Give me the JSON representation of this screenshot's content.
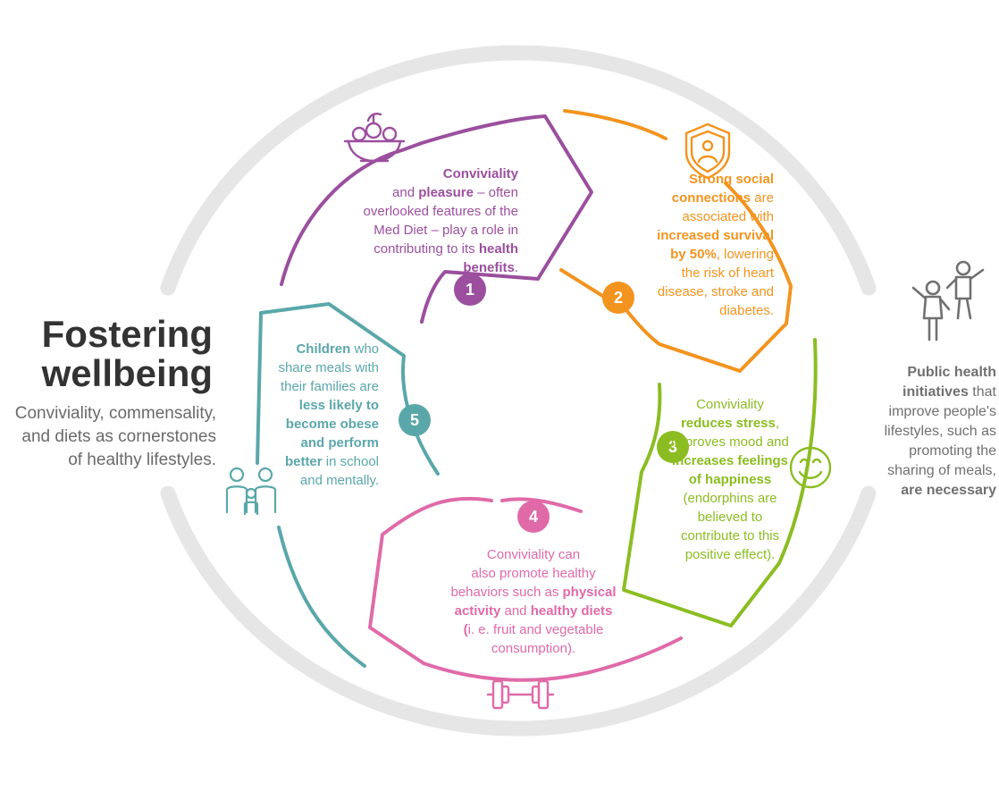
{
  "title": {
    "line1": "Fostering",
    "line2": "wellbeing"
  },
  "subtitle": {
    "line1": "Conviviality, commensality,",
    "line2": "and diets as cornerstones",
    "line3": "of healthy lifestyles."
  },
  "colors": {
    "ring": "#e6e6e6",
    "purple": "#9b4f9e",
    "orange": "#f2941f",
    "green": "#8bbd22",
    "pink": "#e06aa8",
    "teal": "#5aa7aa",
    "grey": "#707070"
  },
  "steps": [
    {
      "number": "1",
      "icon": "salad-bowl-icon",
      "lines": [
        [
          {
            "t": "Conviviality",
            "b": true
          }
        ],
        [
          {
            "t": "and "
          },
          {
            "t": "pleasure",
            "b": true
          },
          {
            "t": " – often"
          }
        ],
        [
          {
            "t": "overlooked features of the"
          }
        ],
        [
          {
            "t": "Med Diet – play a role in"
          }
        ],
        [
          {
            "t": "contributing to its "
          },
          {
            "t": "health",
            "b": true
          }
        ],
        [
          {
            "t": "benefits",
            "b": true
          },
          {
            "t": "."
          }
        ]
      ]
    },
    {
      "number": "2",
      "icon": "shield-person-icon",
      "lines": [
        [
          {
            "t": "Strong social",
            "b": true
          }
        ],
        [
          {
            "t": "connections",
            "b": true
          },
          {
            "t": " are"
          }
        ],
        [
          {
            "t": "associated with"
          }
        ],
        [
          {
            "t": "increased survival",
            "b": true
          }
        ],
        [
          {
            "t": "by 50%",
            "b": true
          },
          {
            "t": ", lowering"
          }
        ],
        [
          {
            "t": "the risk of heart"
          }
        ],
        [
          {
            "t": "disease, stroke and"
          }
        ],
        [
          {
            "t": "diabetes."
          }
        ]
      ]
    },
    {
      "number": "3",
      "icon": "smiley-face-icon",
      "lines": [
        [
          {
            "t": "Conviviality"
          }
        ],
        [
          {
            "t": "reduces stress",
            "b": true
          },
          {
            "t": ","
          }
        ],
        [
          {
            "t": "improves mood and"
          }
        ],
        [
          {
            "t": "increases feelings",
            "b": true
          }
        ],
        [
          {
            "t": "of happiness",
            "b": true
          }
        ],
        [
          {
            "t": "(endorphins are"
          }
        ],
        [
          {
            "t": "believed to"
          }
        ],
        [
          {
            "t": "contribute to this"
          }
        ],
        [
          {
            "t": "positive effect)."
          }
        ]
      ]
    },
    {
      "number": "4",
      "icon": "dumbbell-icon",
      "lines": [
        [
          {
            "t": "Conviviality can"
          }
        ],
        [
          {
            "t": "also promote healthy"
          }
        ],
        [
          {
            "t": "behaviors such as "
          },
          {
            "t": "physical",
            "b": true
          }
        ],
        [
          {
            "t": "activity",
            "b": true
          },
          {
            "t": " and "
          },
          {
            "t": "healthy diets",
            "b": true
          }
        ],
        [
          {
            "t": "(",
            "b": true
          },
          {
            "t": "i. e. fruit and vegetable"
          }
        ],
        [
          {
            "t": "consumption)."
          }
        ]
      ]
    },
    {
      "number": "5",
      "icon": "family-icon",
      "lines": [
        [
          {
            "t": "Children",
            "b": true
          },
          {
            "t": " who"
          }
        ],
        [
          {
            "t": "share meals with"
          }
        ],
        [
          {
            "t": "their families are"
          }
        ],
        [
          {
            "t": "less likely to",
            "b": true
          }
        ],
        [
          {
            "t": "become obese",
            "b": true
          }
        ],
        [
          {
            "t": "and perform",
            "b": true
          }
        ],
        [
          {
            "t": "better",
            "b": true
          },
          {
            "t": " in school"
          }
        ],
        [
          {
            "t": "and mentally."
          }
        ]
      ]
    }
  ],
  "public_health": {
    "icon": "jumping-people-icon",
    "lines": [
      [
        {
          "t": "Public health",
          "b": true
        }
      ],
      [
        {
          "t": "initiatives",
          "b": true
        },
        {
          "t": " that"
        }
      ],
      [
        {
          "t": "improve people's"
        }
      ],
      [
        {
          "t": "lifestyles, such as"
        }
      ],
      [
        {
          "t": "promoting the"
        }
      ],
      [
        {
          "t": "sharing of meals,"
        }
      ],
      [
        {
          "t": "are necessary",
          "b": true
        }
      ]
    ]
  }
}
